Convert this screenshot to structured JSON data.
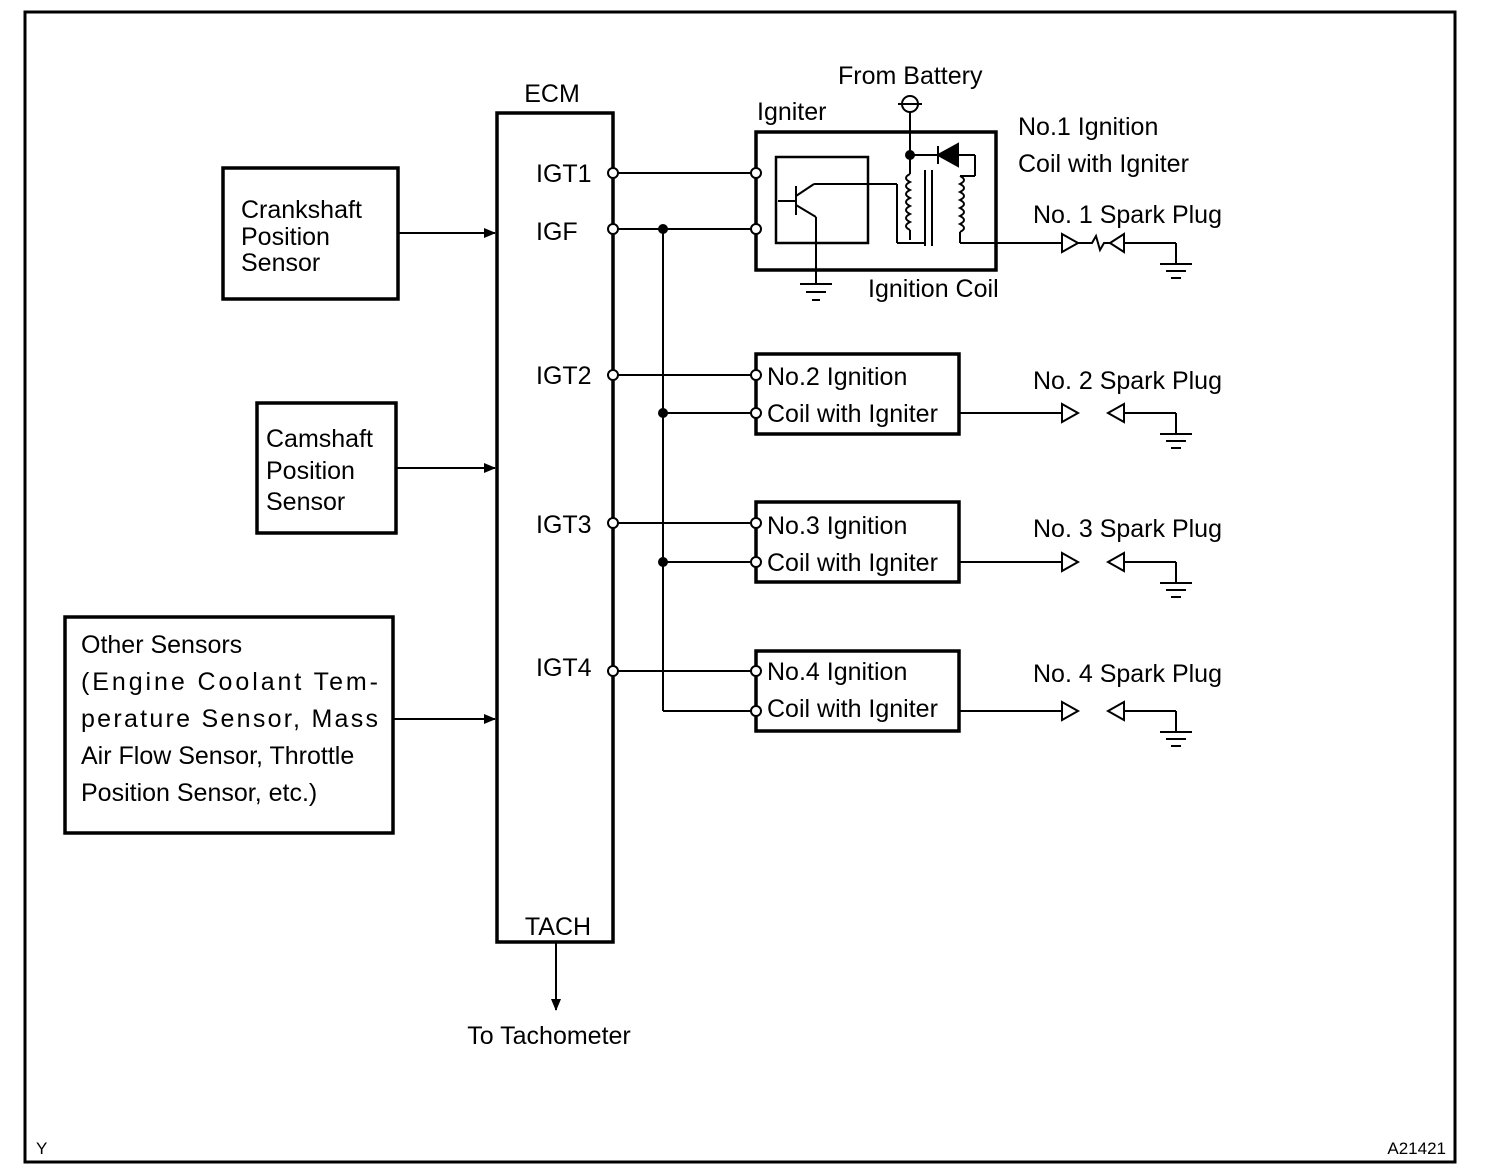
{
  "ecm": {
    "title": "ECM",
    "pins": {
      "igt1": "IGT1",
      "igf": "IGF",
      "igt2": "IGT2",
      "igt3": "IGT3",
      "igt4": "IGT4",
      "tach": "TACH"
    }
  },
  "sensors": {
    "crankshaft": [
      "Crankshaft",
      "Position",
      "Sensor"
    ],
    "camshaft": [
      "Camshaft",
      "Position",
      "Sensor"
    ],
    "other": [
      "Other Sensors",
      "(Engine  Coolant  Tem-",
      "perature  Sensor,  Mass",
      "Air Flow Sensor, Throttle",
      "Position Sensor, etc.)"
    ]
  },
  "coil1": {
    "igniter_label": "Igniter",
    "battery_label": "From Battery",
    "title": [
      "No.1 Ignition",
      "Coil with Igniter"
    ],
    "ignition_coil_label": "Ignition Coil",
    "spark_plug": "No. 1 Spark Plug"
  },
  "coils": [
    {
      "title": [
        "No.2 Ignition",
        "Coil with Igniter"
      ],
      "spark_plug": "No. 2 Spark Plug"
    },
    {
      "title": [
        "No.3 Ignition",
        "Coil with Igniter"
      ],
      "spark_plug": "No. 3 Spark Plug"
    },
    {
      "title": [
        "No.4 Ignition",
        "Coil with Igniter"
      ],
      "spark_plug": "No. 4 Spark Plug"
    }
  ],
  "tachometer_label": "To Tachometer",
  "footer": {
    "left": "Y",
    "right": "A21421"
  }
}
